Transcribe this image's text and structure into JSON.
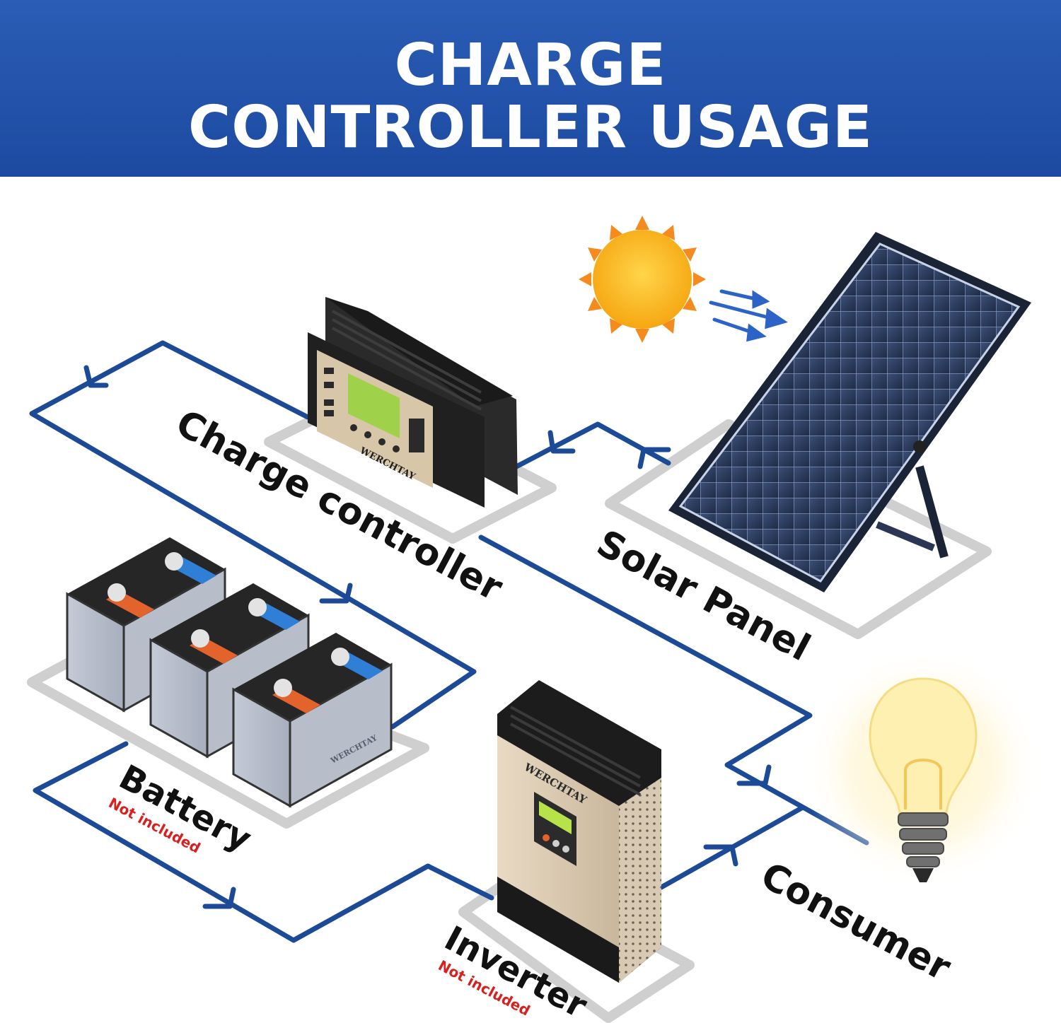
{
  "header": {
    "title_line1": "CHARGE",
    "title_line2": "CONTROLLER USAGE",
    "background_color": "#2358b0"
  },
  "components": {
    "solar_panel": {
      "label": "Solar Panel"
    },
    "charge_controller": {
      "label": "Charge controller",
      "brand": "WERCHTAY"
    },
    "battery": {
      "label": "Battery",
      "note": "Not included",
      "brand": "WERCHTAY"
    },
    "inverter": {
      "label": "Inverter",
      "note": "Not included",
      "brand": "WERCHTAY"
    },
    "consumer": {
      "label": "Consumer",
      "icon": "light-bulb-icon"
    },
    "sun": {
      "icon": "sun-icon"
    }
  },
  "colors": {
    "wire": "#1c4a96",
    "platform_outline": "#cfcfcf",
    "label_text": "#111111",
    "note_text": "#d8211f",
    "sun_core": "#fbb817",
    "sun_rays": "#f58a1f"
  }
}
